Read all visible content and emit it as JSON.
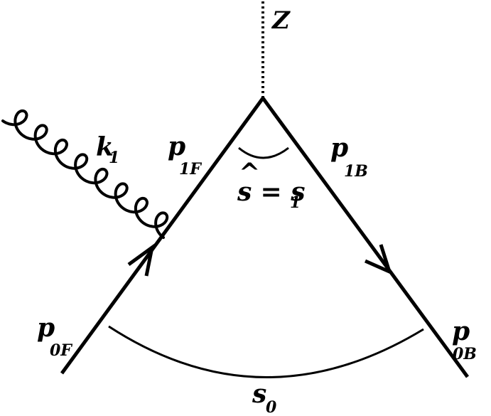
{
  "diagram": {
    "boson": "Z",
    "gluon": {
      "main": "k",
      "sub": "1"
    },
    "p1F": {
      "main": "p",
      "sub": "1F"
    },
    "p1B": {
      "main": "p",
      "sub": "1B"
    },
    "p0F": {
      "main": "p",
      "sub": "0F"
    },
    "p0B": {
      "main": "p",
      "sub": "0B"
    },
    "shat": {
      "hat": "^",
      "lhs": "s",
      "eq": " = s",
      "sub": "1"
    },
    "s0": {
      "main": "s",
      "sub": "0"
    },
    "colors": {
      "line": "#000000",
      "background": "#ffffff"
    }
  }
}
